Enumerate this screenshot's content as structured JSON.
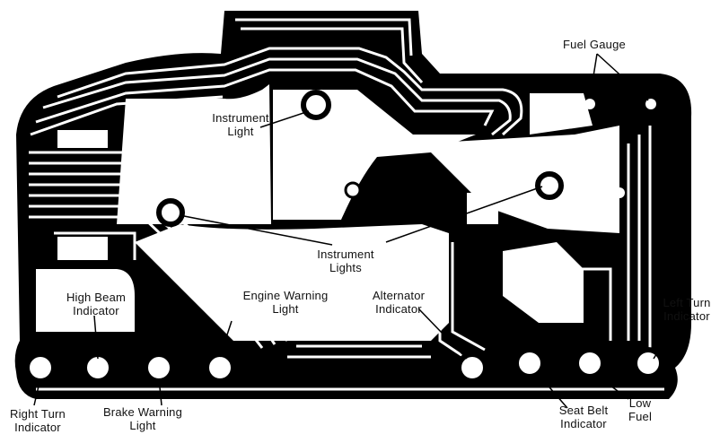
{
  "labels": {
    "fuel_gauge": "Fuel Gauge",
    "instrument_light": "Instrument\nLight",
    "instrument_lights": "Instrument\nLights",
    "high_beam": "High Beam\nIndicator",
    "engine_warning": "Engine Warning\nLight",
    "alternator": "Alternator\nIndicator",
    "left_turn": "Left Turn\nIndicator",
    "right_turn": "Right Turn\nIndicator",
    "brake_warning": "Brake Warning\nLight",
    "seat_belt": "Seat Belt\nIndicator",
    "low_fuel": "Low\nFuel"
  },
  "colors": {
    "ink": "#000000",
    "paper": "#ffffff"
  }
}
